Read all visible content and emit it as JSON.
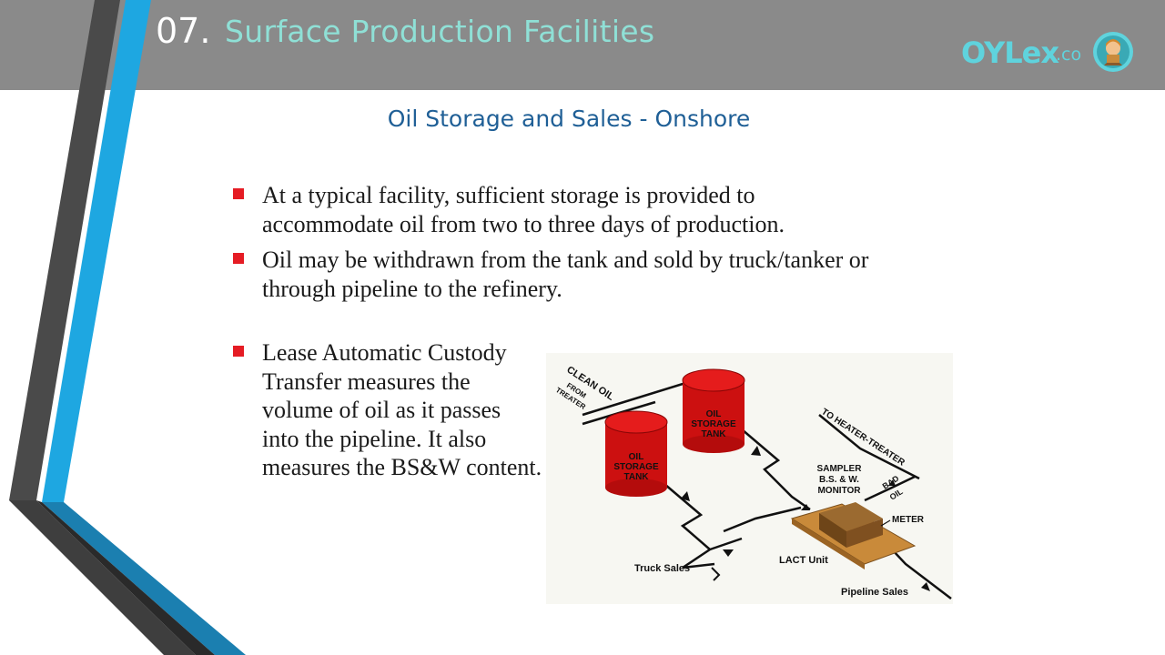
{
  "header": {
    "slide_number": "07.",
    "title": "Surface Production Facilities",
    "logo_main": "OYLex",
    "logo_sub": ".co"
  },
  "subheading": "Oil Storage and Sales - Onshore",
  "bullets": [
    {
      "text": "At a typical facility, sufficient storage is provided to accommodate oil from two to three days of production."
    },
    {
      "text": "Oil may be withdrawn from the tank and sold by truck/tanker or through pipeline to the refinery."
    },
    {
      "text": "Lease Automatic Custody Transfer measures the volume of oil as it passes into the pipeline. It also measures the BS&W content."
    }
  ],
  "diagram": {
    "clean_oil": "CLEAN OIL",
    "from_treater_1": "FROM",
    "from_treater_2": "TREATER",
    "tank1_l1": "OIL",
    "tank1_l2": "STORAGE",
    "tank1_l3": "TANK",
    "tank2_l1": "OIL",
    "tank2_l2": "STORAGE",
    "tank2_l3": "TANK",
    "to_heater_treater": "TO HEATER-TREATER",
    "sampler_l1": "SAMPLER",
    "sampler_l2": "B.S. & W.",
    "sampler_l3": "MONITOR",
    "bad": "BAD",
    "oil": "OIL",
    "meter": "METER",
    "lact_unit": "LACT Unit",
    "truck_sales": "Truck Sales",
    "pipeline_sales": "Pipeline Sales"
  },
  "colors": {
    "header_bg": "#8a8a8a",
    "title_color": "#8fe0d6",
    "subheading_color": "#1f5f96",
    "bullet_color": "#e51c24",
    "tank_red": "#cc1010",
    "accent_blue": "#1ea7e1",
    "deco_dark": "#4a4a4a"
  }
}
